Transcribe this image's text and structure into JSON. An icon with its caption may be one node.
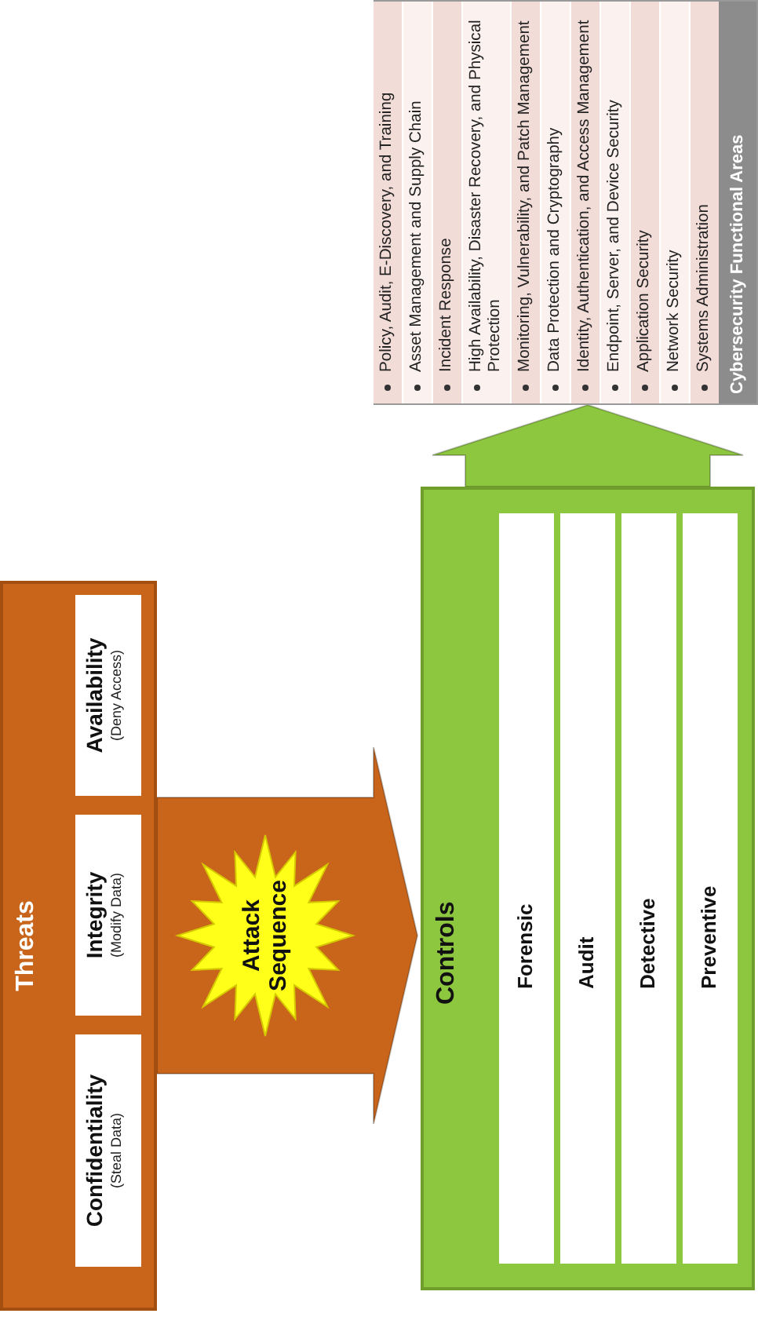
{
  "diagram": {
    "nodes": [
      {
        "text": [
          "Threats"
        ]
      },
      {
        "text": [
          "Confidentiality",
          "(Steal Data)"
        ],
        "in": 0
      },
      {
        "text": [
          "Integrity",
          "(Modify Data)"
        ],
        "in": 0
      },
      {
        "text": [
          "Availability",
          "(Deny Access)"
        ],
        "in": 0
      },
      {
        "text": [
          "Controls"
        ]
      },
      {
        "text": [
          "Forensic"
        ],
        "in": 4
      },
      {
        "text": [
          "Audit"
        ],
        "in": 4
      },
      {
        "text": [
          "Detective"
        ],
        "in": 4
      },
      {
        "text": [
          "Preventive"
        ],
        "in": 4
      },
      {
        "text": [
          "Cybersecurity Functional Areas"
        ]
      },
      {
        "text": [
          "Systems Administration"
        ],
        "in": 9
      },
      {
        "text": [
          "Network Security"
        ],
        "in": 9
      },
      {
        "text": [
          "Application Security"
        ],
        "in": 9
      },
      {
        "text": [
          "Endpoint, Server, and Device Security"
        ],
        "in": 9
      },
      {
        "text": [
          "Identity, Authentication, and Access Management"
        ],
        "in": 9
      },
      {
        "text": [
          "Data Protection and Cryptography"
        ],
        "in": 9
      },
      {
        "text": [
          "Monitoring, Vulnerability, and Patch Management"
        ],
        "in": 9
      },
      {
        "text": [
          "High Availability, Disaster Recovery, and Physical Protection"
        ],
        "in": 9
      },
      {
        "text": [
          "Incident Response"
        ],
        "in": 9
      },
      {
        "text": [
          "Asset Management and Supply Chain"
        ],
        "in": 9
      },
      {
        "text": [
          "Policy, Audit, E-Discovery, and Training"
        ],
        "in": 9
      }
    ],
    "edges": [
      {
        "from": 0,
        "to": 4,
        "arrow": "to",
        "label": "Attack Sequence",
        "style": "thick",
        "color": "#c8651b"
      },
      {
        "from": 4,
        "to": 9,
        "arrow": "to",
        "style": "thick",
        "color": "#8dc63f"
      }
    ]
  }
}
